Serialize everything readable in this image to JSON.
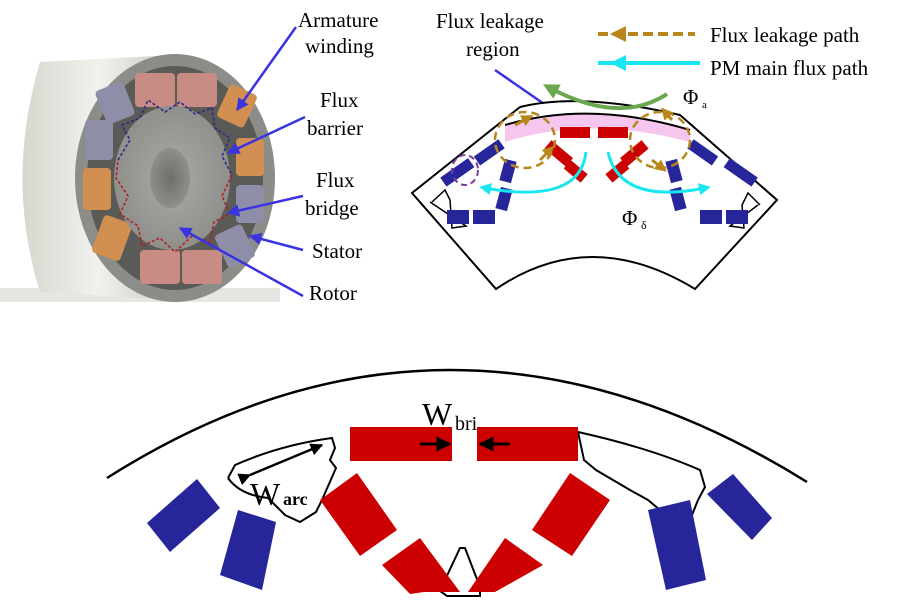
{
  "labels": {
    "armature_winding_line1": "Armature",
    "armature_winding_line2": "winding",
    "flux_barrier_line1": "Flux",
    "flux_barrier_line2": "barrier",
    "flux_bridge_line1": "Flux",
    "flux_bridge_line2": "bridge",
    "stator": "Stator",
    "rotor": "Rotor",
    "flux_leakage_region_line1": "Flux leakage",
    "flux_leakage_region_line2": "region"
  },
  "legend": {
    "items": [
      {
        "label": "Flux leakage path",
        "style": "dashed",
        "color": "#b8861b"
      },
      {
        "label": "PM main flux path",
        "style": "solid",
        "color": "#19e6f0"
      }
    ]
  },
  "symbols": {
    "phi_a_main": "Φ",
    "phi_a_sub": "a",
    "phi_delta_main": "Φ",
    "phi_delta_sub": "δ",
    "w_bri_main": "W",
    "w_bri_sub": "bri",
    "w_arc_main": "W",
    "w_arc_sub": "arc"
  },
  "colors": {
    "label_arrow": "#3a34e0",
    "magnet_red": "#cc0000",
    "magnet_blue": "#27259a",
    "leakage_region": "#f7c6ef",
    "axial_flux": "#6aa84f",
    "leakage_path": "#b8861b",
    "main_path": "#19e6f0",
    "bridge_circle": "#7a3aa0"
  }
}
